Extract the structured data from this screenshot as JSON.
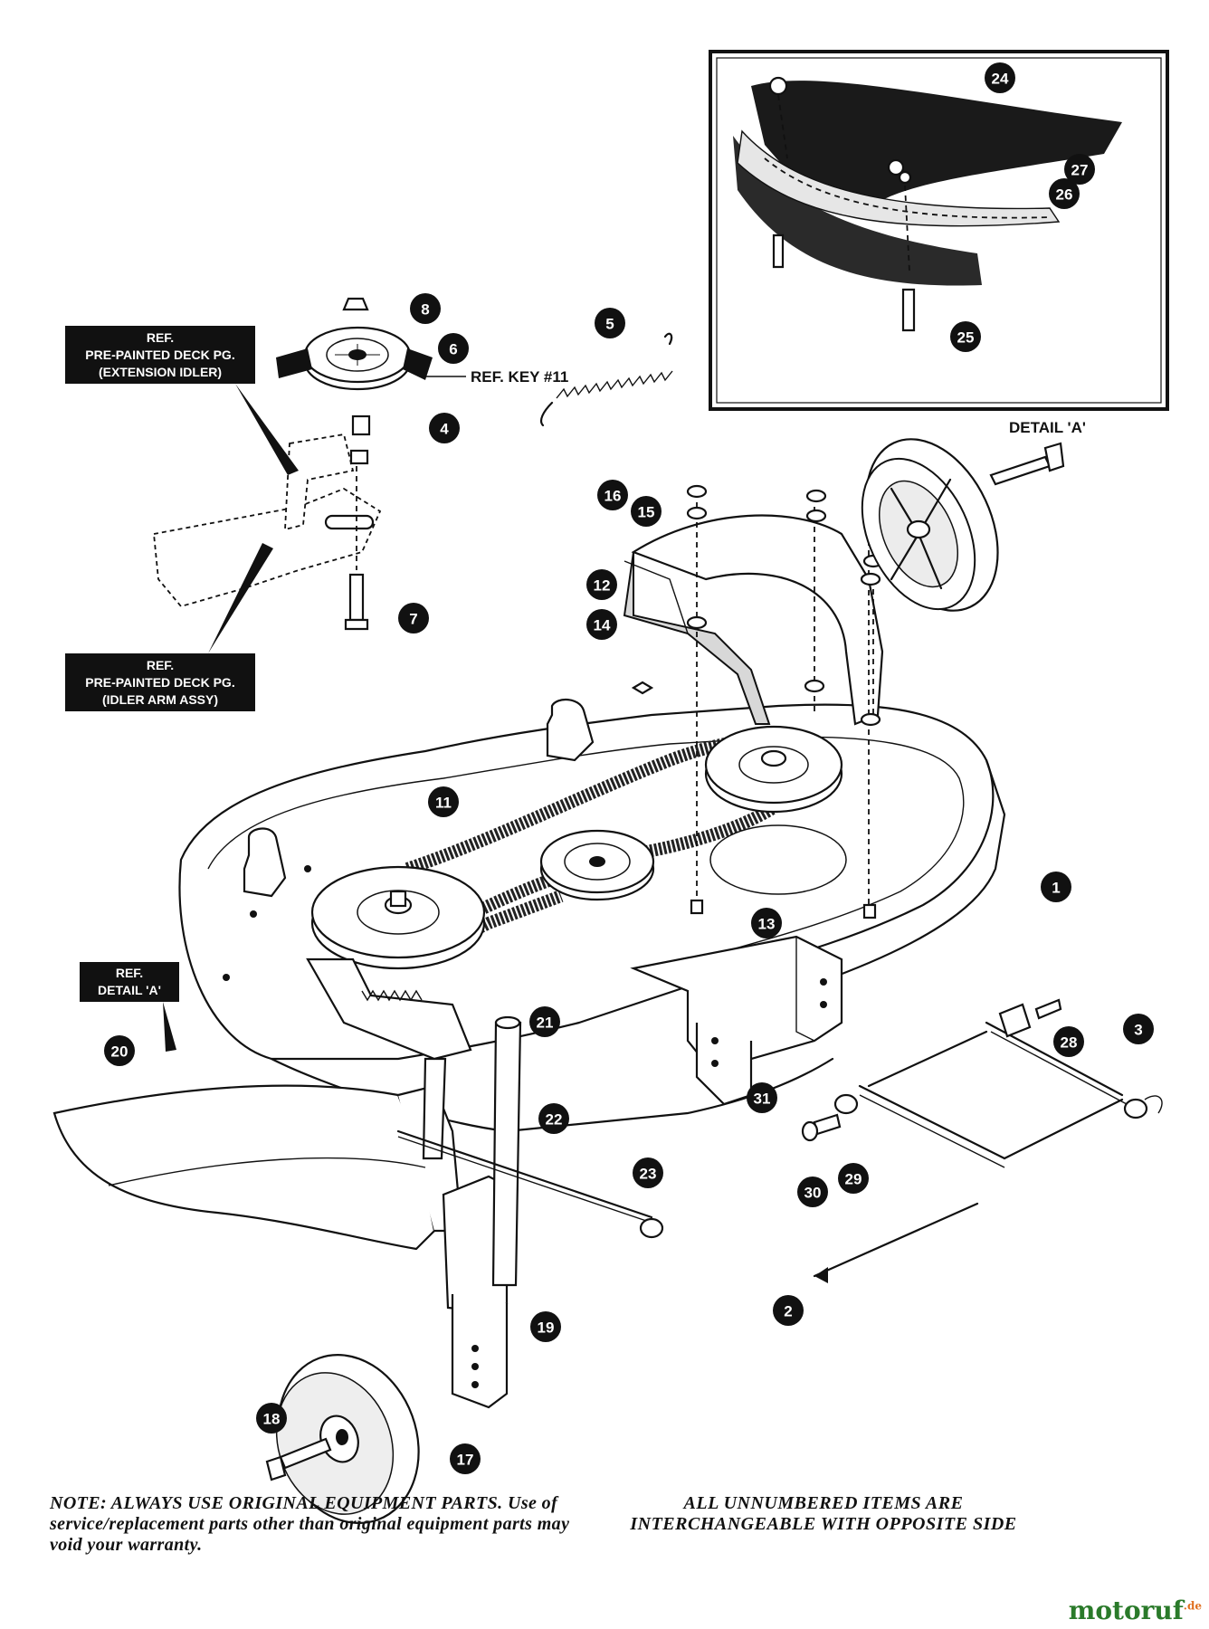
{
  "callouts": [
    {
      "num": "1"
    },
    {
      "num": "2"
    },
    {
      "num": "3"
    },
    {
      "num": "4"
    },
    {
      "num": "5"
    },
    {
      "num": "6"
    },
    {
      "num": "7"
    },
    {
      "num": "8"
    },
    {
      "num": "11"
    },
    {
      "num": "12"
    },
    {
      "num": "13"
    },
    {
      "num": "14"
    },
    {
      "num": "15"
    },
    {
      "num": "16"
    },
    {
      "num": "17"
    },
    {
      "num": "18"
    },
    {
      "num": "19"
    },
    {
      "num": "20"
    },
    {
      "num": "21"
    },
    {
      "num": "22"
    },
    {
      "num": "23"
    },
    {
      "num": "24"
    },
    {
      "num": "25"
    },
    {
      "num": "26"
    },
    {
      "num": "27"
    },
    {
      "num": "28"
    },
    {
      "num": "29"
    },
    {
      "num": "30"
    },
    {
      "num": "31"
    }
  ],
  "ref_labels": {
    "extension_idler": [
      "REF.",
      "PRE-PAINTED DECK PG.",
      "(EXTENSION IDLER)"
    ],
    "idler_arm": [
      "REF.",
      "PRE-PAINTED DECK PG.",
      "(IDLER ARM ASSY)"
    ],
    "detail_ref": [
      "REF.",
      "DETAIL 'A'"
    ]
  },
  "ref_key": "REF. KEY #11",
  "detail_title": "DETAIL 'A'",
  "note_left": "NOTE: ALWAYS USE ORIGINAL EQUIPMENT PARTS. Use of service/replacement parts other than original equipment parts may void your warranty.",
  "note_right": "ALL UNNUMBERED ITEMS ARE INTERCHANGEABLE WITH OPPOSITE SIDE",
  "watermark": "motoruf",
  "watermark_suffix": ".de"
}
